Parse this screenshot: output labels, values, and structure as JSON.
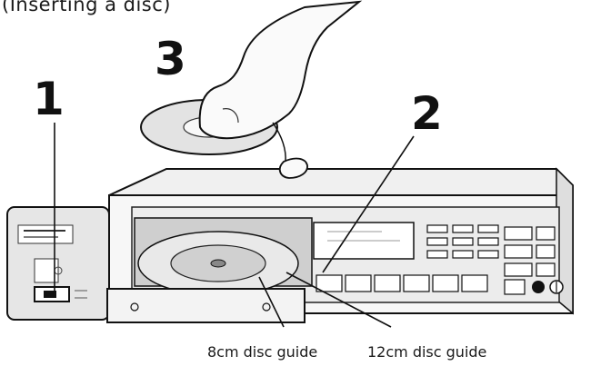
{
  "heading": "(Inserting a disc)",
  "steps": {
    "step1": "1",
    "step2": "2",
    "step3": "3"
  },
  "callouts": {
    "guide_8cm": "8cm disc guide",
    "guide_12cm": "12cm disc guide"
  },
  "colors": {
    "ink": "#111111",
    "paper": "#ffffff",
    "shade": "#d4d4d4"
  }
}
